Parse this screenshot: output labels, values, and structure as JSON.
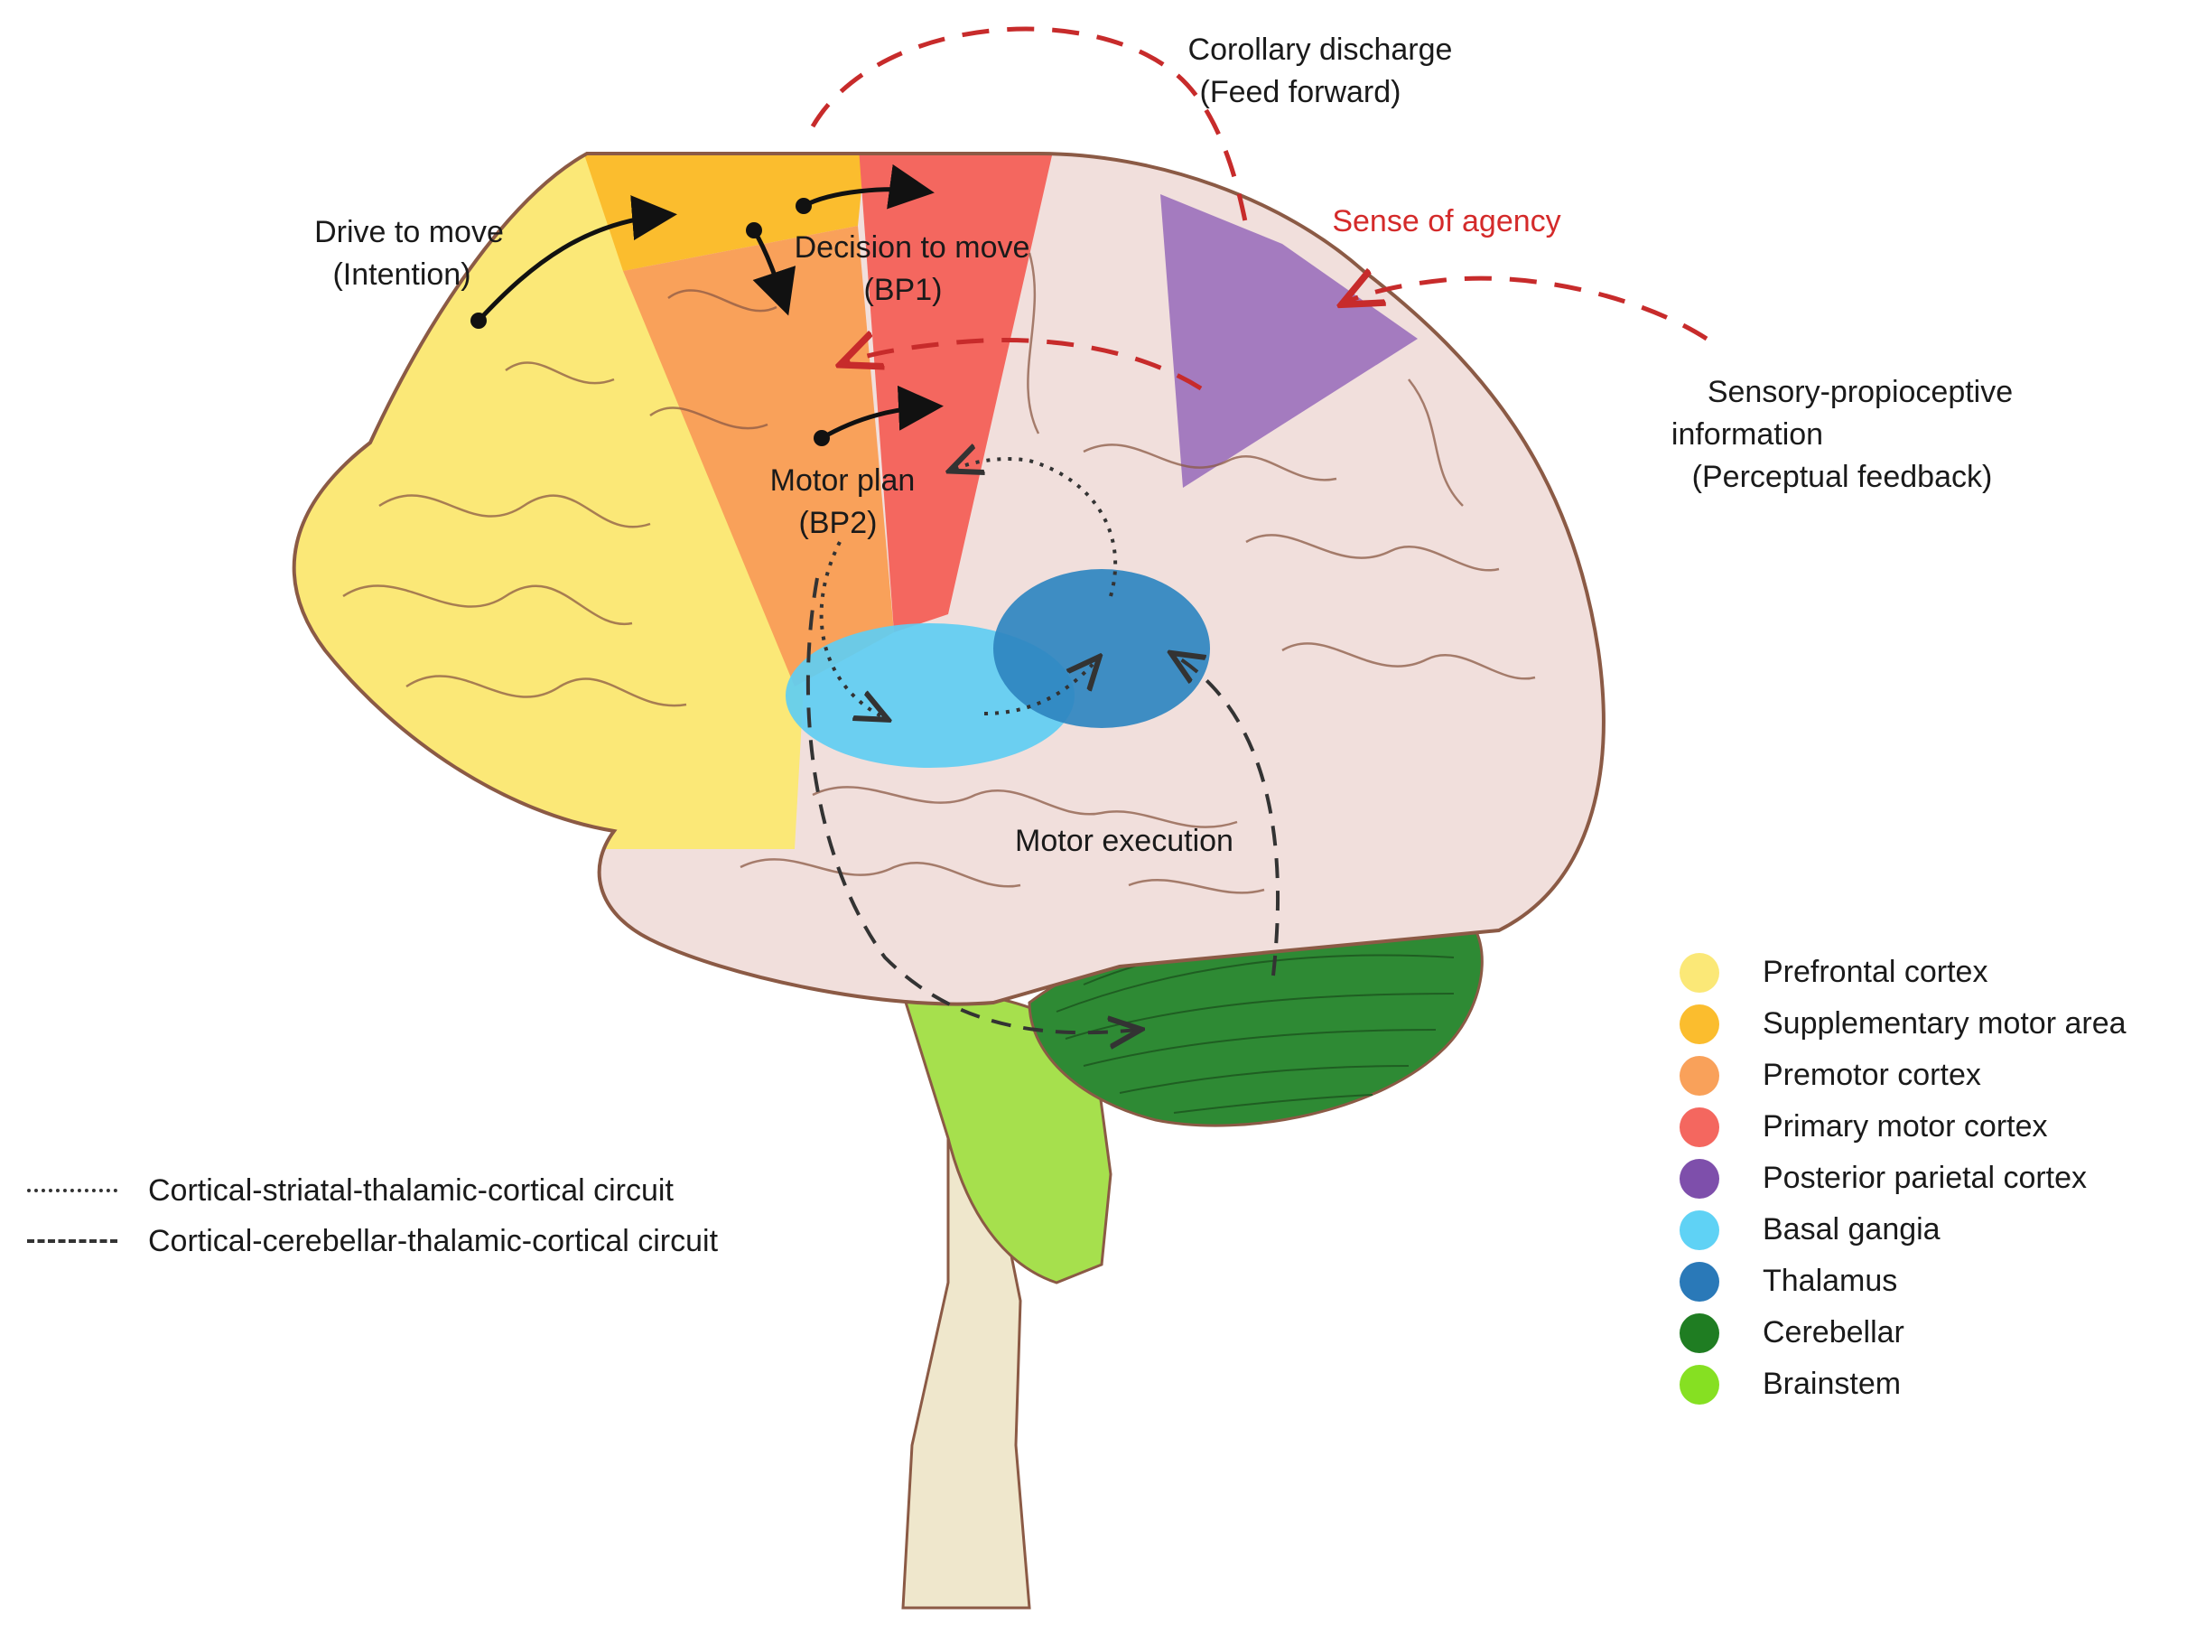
{
  "colors": {
    "prefrontal": "#fbe877",
    "sma": "#fbbd2e",
    "premotor": "#f9a15a",
    "primary_motor": "#f4675f",
    "posterior_parietal": "#a47bbf",
    "basal_ganglia": "#5fcdf2",
    "thalamus": "#2f86c0",
    "cerebellar": "#2e8a34",
    "brainstem": "#97dc36",
    "brain_tissue": "#f1dfdc",
    "outline": "#8b5a45",
    "red_label": "#d42a2a"
  },
  "labels": {
    "drive_to_move": "Drive to move",
    "intention": "(Intention)",
    "decision_to_move": "Decision to move",
    "bp1": "(BP1)",
    "motor_plan": "Motor plan",
    "bp2": "(BP2)",
    "motor_execution": "Motor execution",
    "corollary_discharge": "Corollary discharge",
    "feed_forward": "(Feed forward)",
    "sense_of_agency": "Sense of agency",
    "sensory_line1": "Sensory-propioceptive",
    "sensory_line2": "information",
    "sensory_line3": "(Perceptual feedback)"
  },
  "legend": [
    {
      "label": "Prefrontal cortex",
      "color": "#fbe877"
    },
    {
      "label": "Supplementary motor area",
      "color": "#fbbd2e"
    },
    {
      "label": "Premotor cortex",
      "color": "#f9a15a"
    },
    {
      "label": "Primary motor cortex",
      "color": "#f4675f"
    },
    {
      "label": "Posterior parietal cortex",
      "color": "#7e4fab"
    },
    {
      "label": "Basal gangia",
      "color": "#5fd2f5"
    },
    {
      "label": "Thalamus",
      "color": "#2a79b8"
    },
    {
      "label": "Cerebellar",
      "color": "#1f7d22"
    },
    {
      "label": "Brainstem",
      "color": "#86e022"
    }
  ],
  "circuits": {
    "dotted": "Cortical-striatal-thalamic-cortical circuit",
    "dashed": "Cortical-cerebellar-thalamic-cortical circuit"
  }
}
